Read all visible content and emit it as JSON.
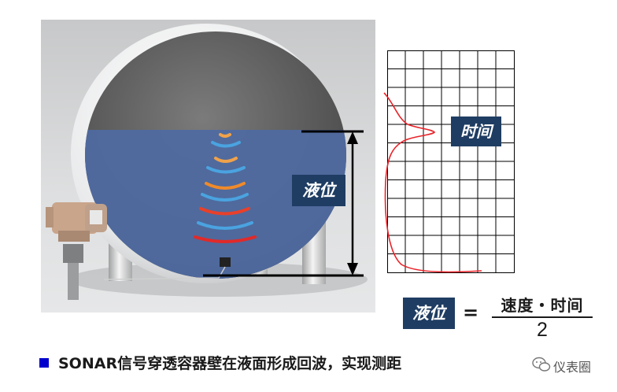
{
  "labels": {
    "level_tag": "液位",
    "time_tag": "时间"
  },
  "formula": {
    "lhs": "液位",
    "equals": "=",
    "numerator": "速度・时间",
    "denominator": "2"
  },
  "caption": "SONAR信号穿透容器壁在液面形成回波，实现测距",
  "watermark": "仪表圈",
  "colors": {
    "label_bg": "#1f3d63",
    "liquid": "#4f6aa0",
    "echo_curve": "#e8242a",
    "bullet": "#0000cc"
  }
}
